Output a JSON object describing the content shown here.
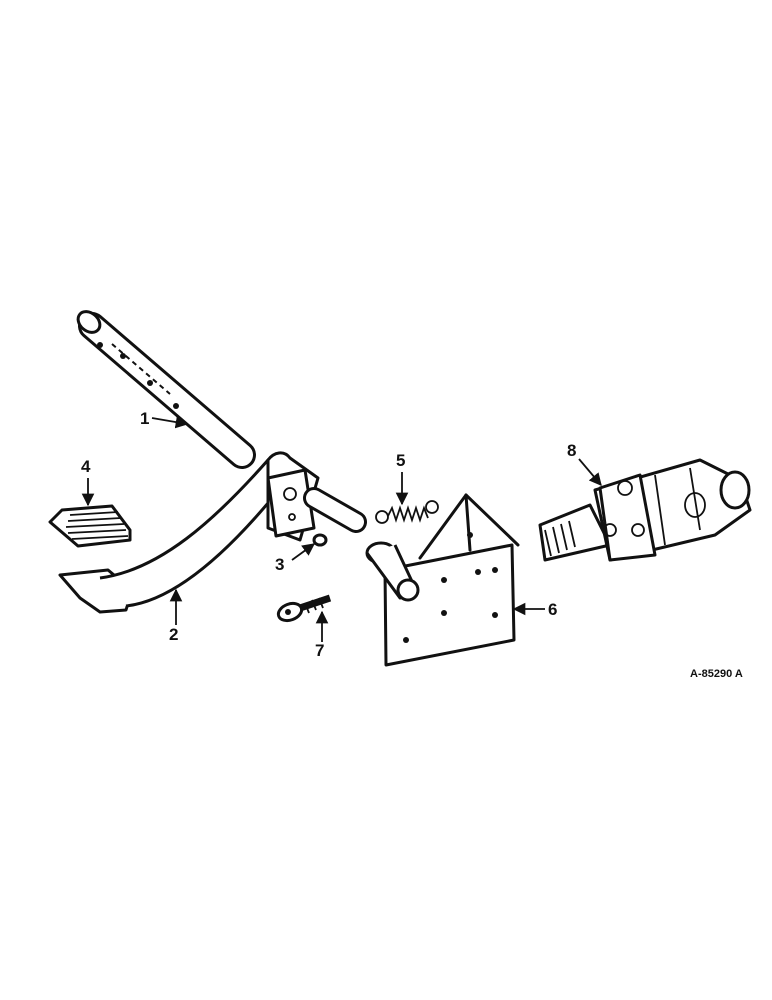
{
  "callouts": {
    "c1": "1",
    "c2": "2",
    "c3": "3",
    "c4": "4",
    "c5": "5",
    "c6": "6",
    "c7": "7",
    "c8": "8"
  },
  "reference": "A-85290 A"
}
